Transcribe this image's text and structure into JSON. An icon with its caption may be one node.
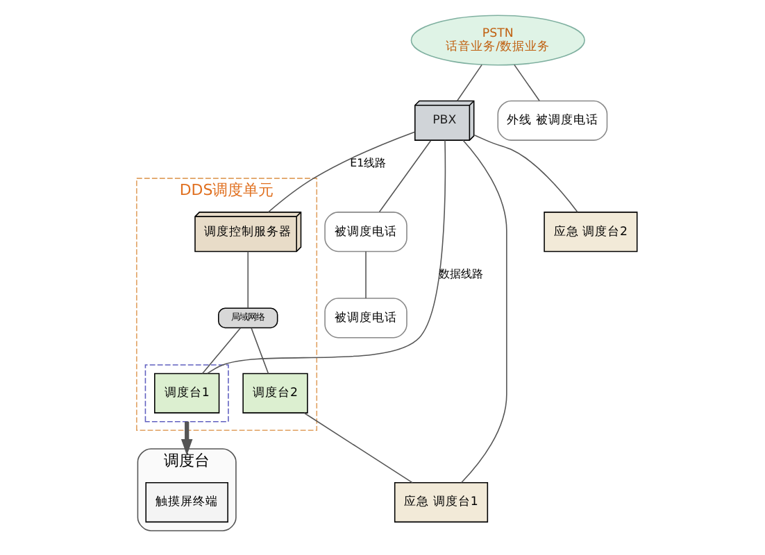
{
  "diagram": {
    "nodes": [
      {
        "text": [
          "PBX"
        ]
      },
      {
        "text": [
          "PSTN",
          "话音业务/数据业务"
        ]
      },
      {
        "text": [
          "外线 被调度电话"
        ]
      },
      {
        "text": [
          "被调度电话"
        ]
      },
      {
        "text": [
          "被调度电话"
        ]
      },
      {
        "text": [
          "DDS调度单元"
        ]
      },
      {
        "text": [
          "调度控制服务器"
        ],
        "in": 5
      },
      {
        "text": [
          "局域网络"
        ],
        "in": 5
      },
      {
        "text": [],
        "shape": "box",
        "in": 5
      },
      {
        "text": [
          "调度台1"
        ],
        "in": 8
      },
      {
        "text": [
          "调度台2"
        ],
        "in": 5
      },
      {
        "text": [
          "应急 调度台1"
        ]
      },
      {
        "text": [
          "应急 调度台2"
        ]
      },
      {
        "text": [
          "调度台"
        ]
      },
      {
        "text": [
          "触摸屏终端"
        ],
        "in": 13
      }
    ],
    "edges": [
      {
        "from": 1,
        "to": 0,
        "arrow": "none"
      },
      {
        "from": 1,
        "to": 2,
        "arrow": "none"
      },
      {
        "from": 0,
        "to": 3,
        "arrow": "none"
      },
      {
        "from": 3,
        "to": 4,
        "arrow": "none"
      },
      {
        "from": 0,
        "to": 11,
        "arrow": "none"
      },
      {
        "from": 0,
        "to": 12,
        "arrow": "none"
      },
      {
        "from": 0,
        "to": 6,
        "arrow": "none",
        "label": "E1线路"
      },
      {
        "from": 0,
        "to": 9,
        "arrow": "none",
        "label": "数据线路"
      },
      {
        "from": 6,
        "to": 7,
        "arrow": "none"
      },
      {
        "from": 7,
        "to": 9,
        "arrow": "none"
      },
      {
        "from": 7,
        "to": 10,
        "arrow": "none"
      },
      {
        "from": 10,
        "to": 11,
        "arrow": "none"
      },
      {
        "from": 8,
        "to": 13,
        "arrow": "to",
        "style": "thick"
      }
    ]
  }
}
